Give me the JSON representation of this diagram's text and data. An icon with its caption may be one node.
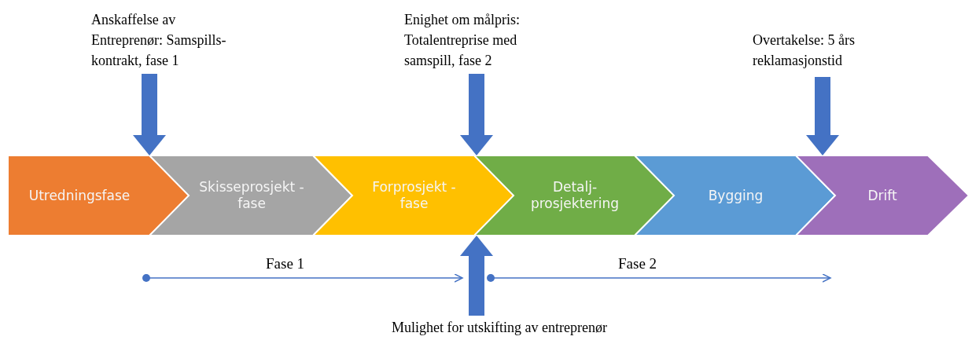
{
  "diagram": {
    "nodes": [
      {
        "text": [
          "Utredningsfase"
        ]
      },
      {
        "text": [
          "Skisseprosjekt - fase"
        ]
      },
      {
        "text": [
          "Forprosjekt - fase"
        ]
      },
      {
        "text": [
          "Detalj- prosjektering"
        ]
      },
      {
        "text": [
          "Bygging"
        ]
      },
      {
        "text": [
          "Drift"
        ]
      },
      {
        "text": [
          "Anskaffelse av Entreprenør: Samspills- kontrakt, fase 1"
        ]
      },
      {
        "text": [
          "Enighet om målpris: Totalentreprise med samspill, fase 2"
        ]
      },
      {
        "text": [
          "Overtakelse: 5 års reklamasjonstid"
        ]
      },
      {
        "text": [
          "Mulighet for utskifting av entreprenør"
        ]
      }
    ],
    "edges": [
      {
        "from": 6,
        "to": 1,
        "arrow": "to"
      },
      {
        "from": 7,
        "to": 3,
        "arrow": "to"
      },
      {
        "from": 8,
        "to": 5,
        "arrow": "to"
      },
      {
        "from": 9,
        "to": 3,
        "arrow": "to"
      }
    ],
    "labels": [
      "Fase 1",
      "Fase 2"
    ]
  }
}
